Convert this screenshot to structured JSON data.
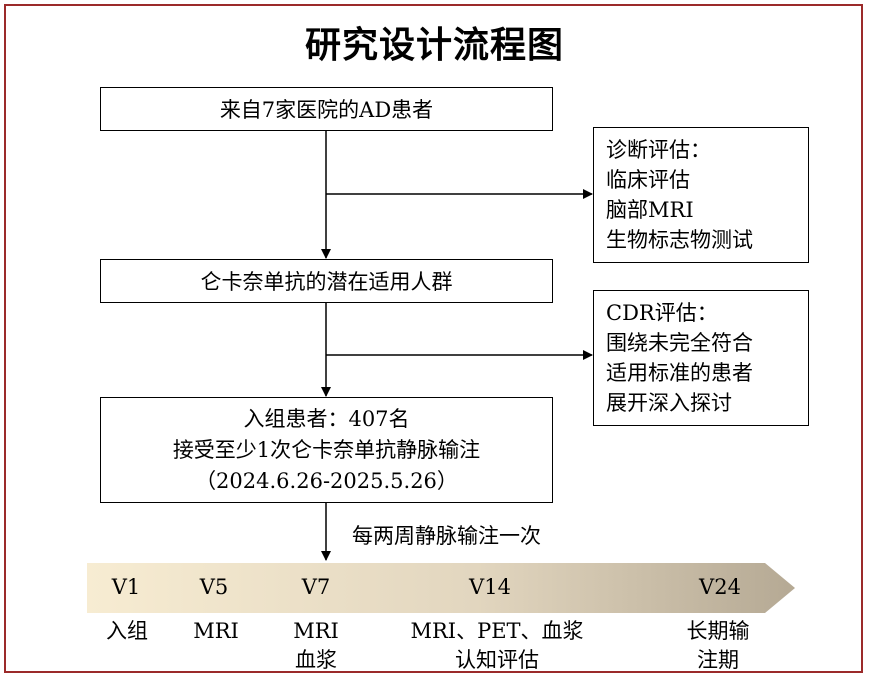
{
  "title": "研究设计流程图",
  "boxes": {
    "source": "来自7家医院的AD患者",
    "population": "仑卡奈单抗的潜在适用人群",
    "enrolled": {
      "line1": "入组患者：407名",
      "line2": "接受至少1次仑卡奈单抗静脉输注",
      "line3": "（2024.6.26-2025.5.26）"
    }
  },
  "side_boxes": {
    "diagnosis": {
      "lines": [
        "诊断评估：",
        "临床评估",
        "脑部MRI",
        "生物标志物测试"
      ]
    },
    "cdr": {
      "lines": [
        "CDR评估：",
        "围绕未完全符合",
        "适用标准的患者",
        "展开深入探讨"
      ]
    }
  },
  "infusion_label": "每两周静脉输注一次",
  "timeline": {
    "visits": [
      "V1",
      "V5",
      "V7",
      "V14",
      "V24"
    ],
    "activities": [
      {
        "lines": [
          "入组"
        ]
      },
      {
        "lines": [
          "MRI"
        ]
      },
      {
        "lines": [
          "MRI",
          "血浆"
        ]
      },
      {
        "lines": [
          "MRI、PET、血浆",
          "认知评估"
        ]
      },
      {
        "lines": [
          "长期输",
          "注期"
        ]
      }
    ]
  }
}
